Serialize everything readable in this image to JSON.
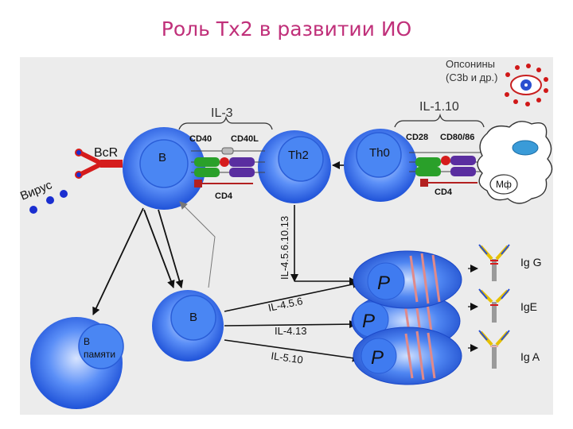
{
  "title": "Роль Тх2 в развитии ИО",
  "colors": {
    "title": "#c0307a",
    "panel": "#ececec",
    "cell_outer": "#2f6df2",
    "cell_inner": "#4d8df5",
    "plasma": "#2e6be6",
    "receptor_red": "#d51c1c",
    "green": "#2aa02a",
    "purple": "#5a2ea0",
    "arrow": "#111111",
    "ab_yellow": "#e6c000",
    "ab_gray": "#9a9a9a"
  },
  "labels": {
    "opsonins_1": "Опсонины",
    "opsonins_2": "(С3b и др.)",
    "il3": "IL-3",
    "il110": "IL-1.10",
    "bcr": "BcR",
    "virus": "Вирус",
    "cell_b": "B",
    "cell_th2": "Th2",
    "cell_th0": "Th0",
    "cell_mf": "Мф",
    "cd40": "CD40",
    "cd40l": "CD40L",
    "cd4_left": "CD4",
    "cd28": "CD28",
    "cd80": "CD80/86",
    "cd4_right": "CD4",
    "il_vertical": "IL-4.5.6.10.13",
    "cell_b2": "B",
    "memory_1": "B",
    "memory_2": "памяти",
    "il_456": "IL-4.5.6",
    "il_413": "IL-4.13",
    "il_510": "IL-5.10",
    "plasma_p": "P",
    "igg": "Ig G",
    "ige": "IgE",
    "iga": "Ig A"
  }
}
